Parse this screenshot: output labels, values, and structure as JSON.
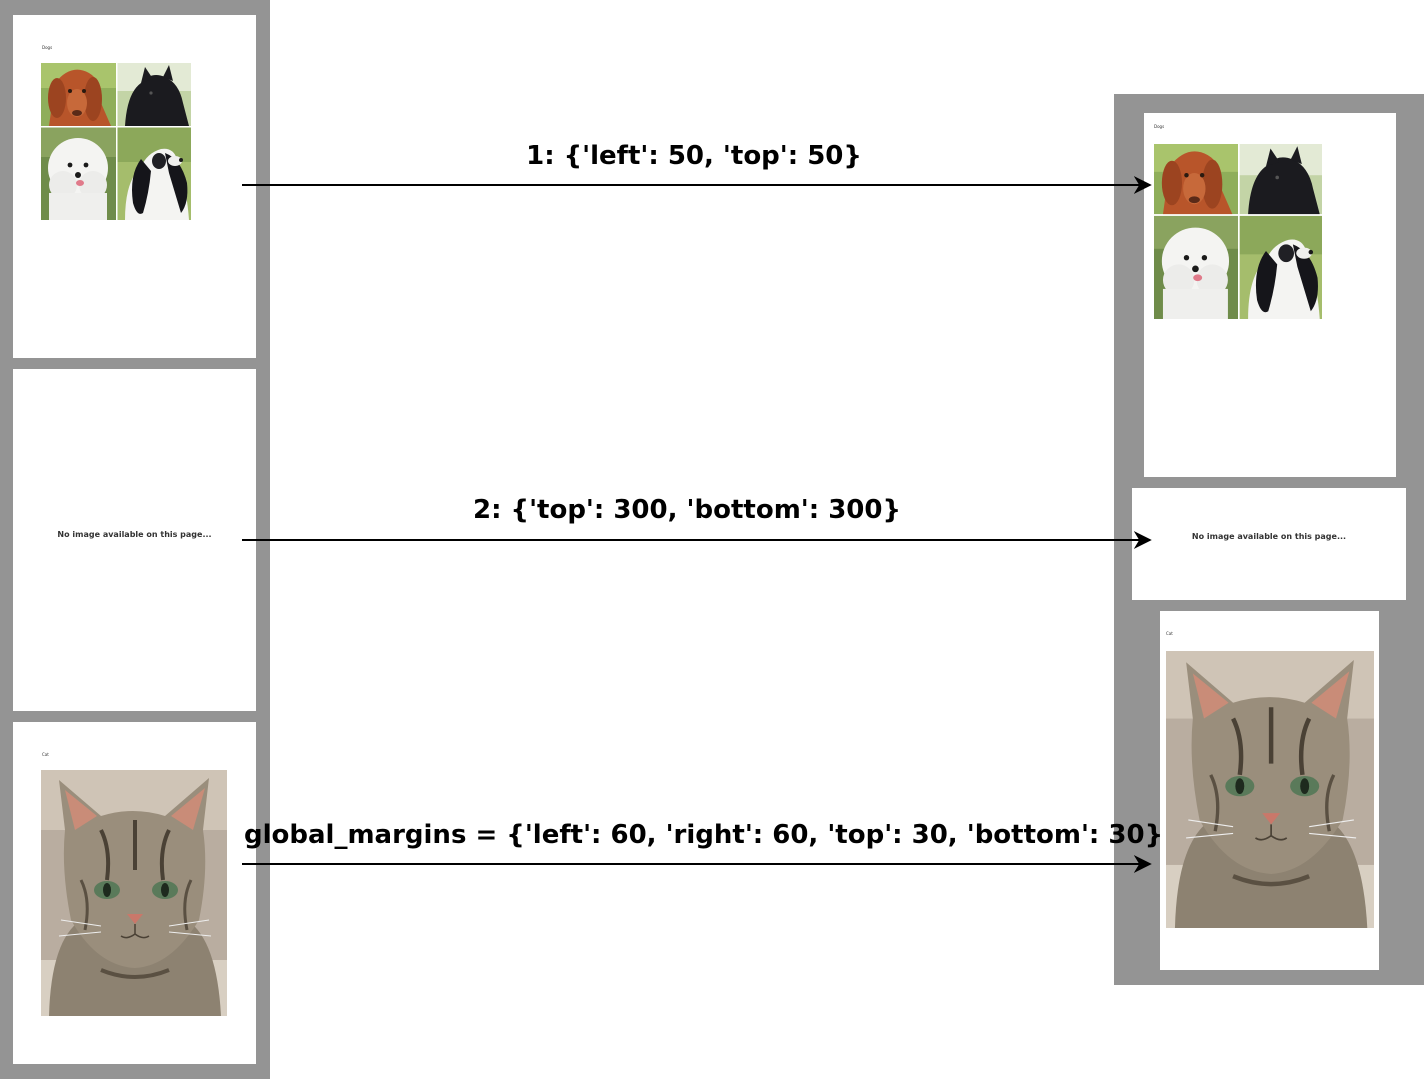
{
  "left_pages": {
    "page1_caption": "Dogs",
    "page2_text": "No image available on this page...",
    "page3_caption": "Cat"
  },
  "right_pages": {
    "page1_caption": "Dogs",
    "page2_text": "No image available on this page...",
    "page3_caption": "Cat"
  },
  "arrows": [
    {
      "label": "1: {'left': 50, 'top': 50}"
    },
    {
      "label": "2: {'top': 300, 'bottom': 300}"
    },
    {
      "label": "global_margins = {'left': 60, 'right': 60, 'top': 30, 'bottom': 30}"
    }
  ],
  "colors": {
    "frame": "#949494",
    "page": "#ffffff",
    "arrow": "#000000"
  },
  "icons": [
    "dog-photo",
    "cat-photo"
  ]
}
